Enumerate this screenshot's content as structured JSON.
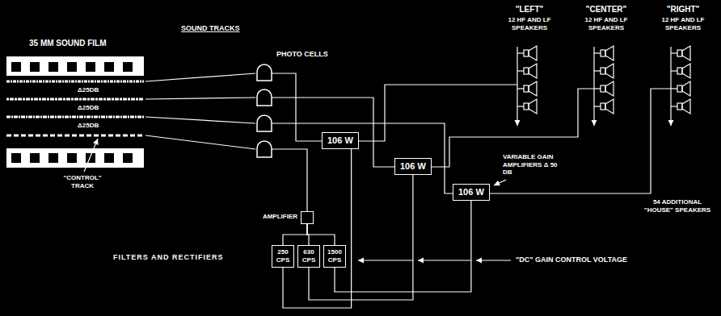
{
  "diagram": {
    "nodes": [
      {
        "text": [
          "106 W"
        ]
      },
      {
        "text": [
          "106 W"
        ]
      },
      {
        "text": [
          "106 W"
        ]
      },
      {
        "text": [
          "AMPLIFIER"
        ]
      },
      {
        "text": [
          "250 CPS"
        ]
      },
      {
        "text": [
          "630 CPS"
        ]
      },
      {
        "text": [
          "1500 CPS"
        ]
      }
    ],
    "edges": [
      {
        "from": 3,
        "to": 4,
        "arrow": "none"
      },
      {
        "from": 3,
        "to": 5,
        "arrow": "none"
      },
      {
        "from": 3,
        "to": 6,
        "arrow": "none"
      },
      {
        "from": 4,
        "to": 0,
        "arrow": "none"
      },
      {
        "from": 5,
        "to": 1,
        "arrow": "none"
      },
      {
        "from": 6,
        "to": 2,
        "arrow": "none"
      }
    ],
    "labels": [
      "35 MM SOUND FILM",
      "SOUND TRACKS",
      "Δ25DB",
      "Δ25DB",
      "Δ25DB",
      "PHOTO CELLS",
      "\"CONTROL\" TRACK",
      "FILTERS AND RECTIFIERS",
      "\"LEFT\"",
      "12 HF AND LF SPEAKERS",
      "\"CENTER\"",
      "12 HF AND LF SPEAKERS",
      "\"RIGHT\"",
      "12 HF AND LF SPEAKERS",
      "VARIABLE GAIN AMPLIFIERS Δ 50 DB",
      "54 ADDITIONAL \"HOUSE\" SPEAKERS",
      "\"DC\" GAIN CONTROL VOLTAGE"
    ]
  }
}
